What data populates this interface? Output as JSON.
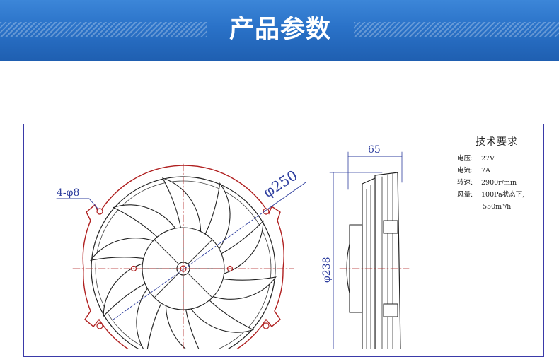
{
  "banner": {
    "title": "产品参数"
  },
  "drawing": {
    "dimensions": {
      "hole_callout": "4-φ8",
      "outer_diameter": "φ250",
      "depth": "65",
      "height_diameter": "φ238"
    }
  },
  "specs": {
    "title": "技术要求",
    "rows": [
      {
        "label": "电压:",
        "value": "27V"
      },
      {
        "label": "电流:",
        "value": "7A"
      },
      {
        "label": "转速:",
        "value": "2900r/min"
      },
      {
        "label": "风量:",
        "value": "100Pa状态下,"
      }
    ],
    "row4_cont": "550m³/h"
  },
  "colors": {
    "banner_blue": "#2a72c8",
    "frame_line": "#3a3aa8",
    "outline_red": "#b02020",
    "dimension_blue": "#2f3f9f"
  }
}
